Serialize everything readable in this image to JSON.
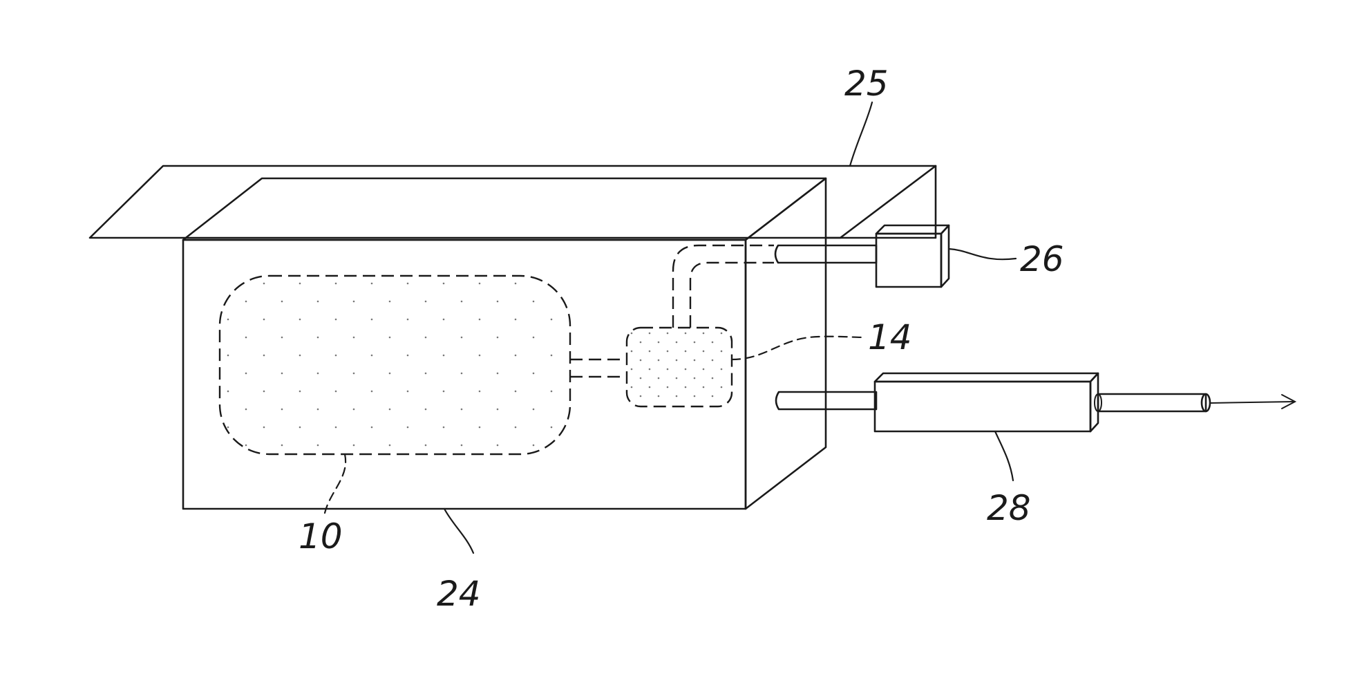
{
  "labels": {
    "container": "24",
    "panel": "25",
    "bag": "10",
    "filter": "14",
    "pump": "26",
    "outlet_device": "28"
  },
  "colors": {
    "ink": "#1a1a1a",
    "background": "#ffffff",
    "stipple": "#777777"
  }
}
